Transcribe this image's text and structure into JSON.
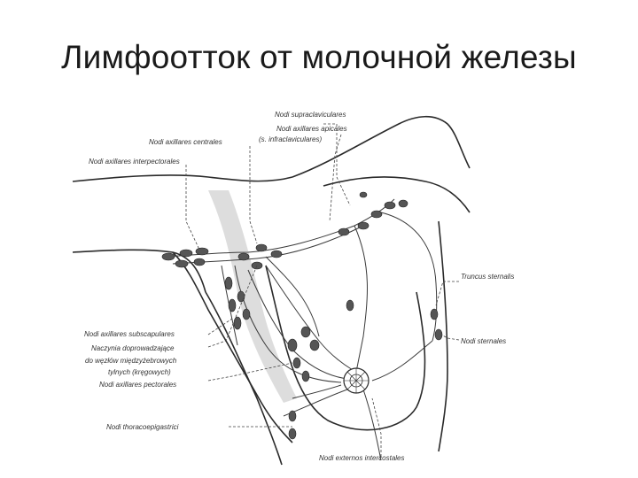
{
  "slide": {
    "title": "Лимфоотток от молочной железы"
  },
  "diagram": {
    "labels": {
      "supraclavicular": "Nodi supraclaviculares",
      "apical": "Nodi axillares apicales",
      "infraclavicular": "(s. infraclaviculares)",
      "central": "Nodi axillares centrales",
      "interpectoral": "Nodi axillares interpectorales",
      "truncus_sternalis": "Truncus sternalis",
      "sternal": "Nodi sternales",
      "subscapular": "Nodi axillares subscapulares",
      "vessels_line1": "Naczynia doprowadzające",
      "vessels_line2": "do węzłów międzyżebrowych",
      "vessels_line3": "tylnych (kręgowych)",
      "pectoral": "Nodi axillares pectorales",
      "thoracoepigastric": "Nodi thoracoepigastrici",
      "lateral_nodes": "Nodi externos intercostales"
    },
    "colors": {
      "ink": "#2a2a2a",
      "node_fill": "#555555",
      "label": "#333333"
    }
  }
}
